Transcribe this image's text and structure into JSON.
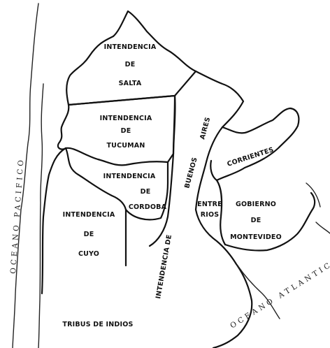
{
  "colors": {
    "ink": "#111111",
    "paper": "#ffffff"
  },
  "map": {
    "regions": {
      "salta": [
        "INTENDENCIA",
        "DE",
        "SALTA"
      ],
      "tucuman": [
        "INTENDENCIA",
        "DE",
        "TUCUMAN"
      ],
      "cordoba": [
        "INTENDENCIA",
        "DE",
        "CORDOBA"
      ],
      "cuyo": [
        "INTENDENCIA",
        "DE",
        "CUYO"
      ],
      "buenos_aires_words": [
        "BUENOS",
        "AIRES"
      ],
      "buenos_aires_prefix": "INTENDENCIA DE",
      "corrientes": "CORRIENTES",
      "entre_rios": [
        "ENTRE",
        "RIOS"
      ],
      "montevideo": [
        "GOBIERNO",
        "DE",
        "MONTEVIDEO"
      ],
      "tribus": "TRIBUS DE INDIOS"
    },
    "oceans": {
      "pacific": "OCEANO PACIFICO",
      "atlantic": "OCEANO ATLANTICO"
    }
  }
}
